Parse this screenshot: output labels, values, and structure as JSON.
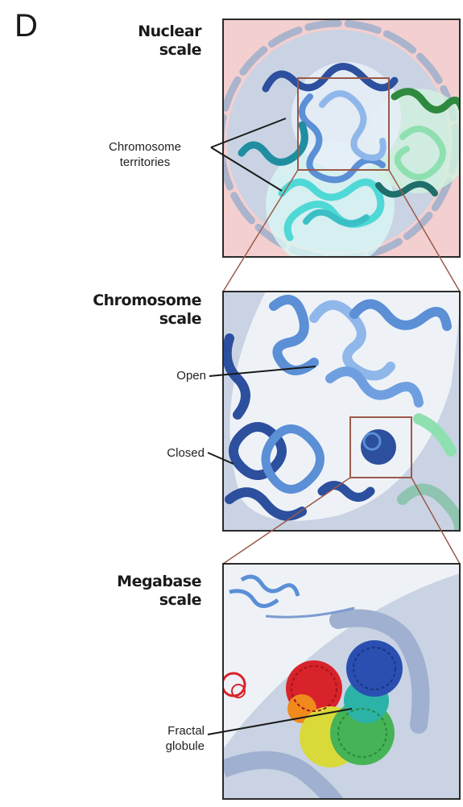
{
  "panel_label": "D",
  "scales": {
    "nuclear": {
      "title_line1": "Nuclear",
      "title_line2": "scale"
    },
    "chromosome": {
      "title_line1": "Chromosome",
      "title_line2": "scale"
    },
    "megabase": {
      "title_line1": "Megabase",
      "title_line2": "scale"
    }
  },
  "annotations": {
    "territories_line1": "Chromosome",
    "territories_line2": "territories",
    "open": "Open",
    "closed": "Closed",
    "fractal_line1": "Fractal",
    "fractal_line2": "globule"
  },
  "colors": {
    "nuclear_bg": "#f3cfd0",
    "nucleus_fill": "#c9d3e3",
    "envelope": "#aab4cc",
    "dark_blue": "#2c4f9e",
    "mid_blue": "#5b8fd6",
    "light_blue": "#8fb7ea",
    "teal": "#1f8ea0",
    "cyan": "#4fd9d6",
    "green": "#2f8a3f",
    "light_green": "#8fe0b0",
    "open_region": "#eef2f7",
    "zoom_box": "#9b5a4a",
    "globule_red": "#d8232a",
    "globule_orange": "#f08a1c",
    "globule_yellow": "#d9d93a",
    "globule_green": "#46b356",
    "globule_blue": "#2a4fb0"
  }
}
